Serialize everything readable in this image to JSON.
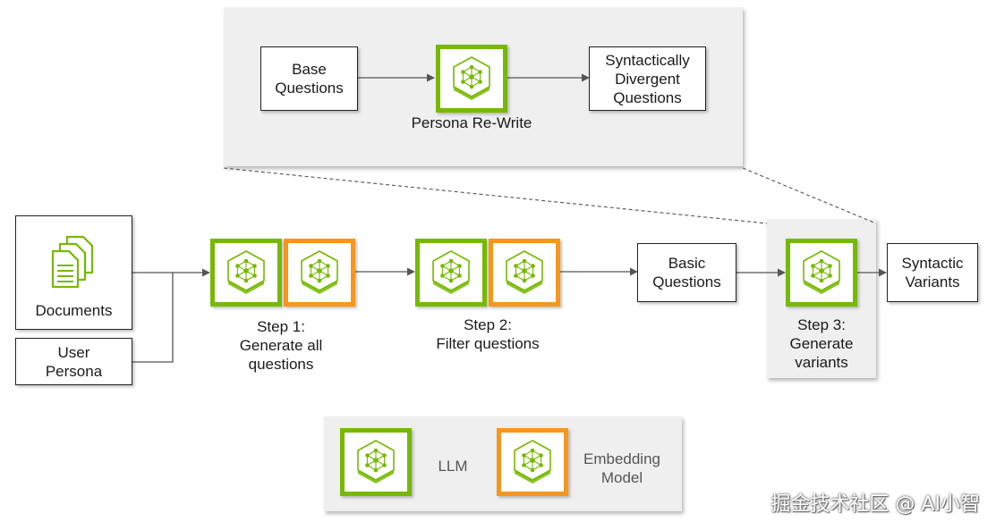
{
  "colors": {
    "llm": "#76b900",
    "embedding": "#f7961d",
    "panel": "#efefef",
    "line": "#555555"
  },
  "inset": {
    "base_questions": "Base\nQuestions",
    "chip_icon": "llm-network-icon",
    "persona_rewrite": "Persona Re-Write",
    "syntactically_divergent": "Syntactically\nDivergent\nQuestions"
  },
  "pipeline": {
    "documents": "Documents",
    "documents_icon": "documents-icon",
    "user_persona": "User\nPersona",
    "step1": "Step 1:\nGenerate all\nquestions",
    "step2": "Step 2:\nFilter questions",
    "basic_questions": "Basic\nQuestions",
    "step3": "Step 3:\nGenerate\nvariants",
    "syntactic_variants": "Syntactic\nVariants"
  },
  "legend": {
    "llm": "LLM",
    "embedding": "Embedding\nModel"
  },
  "watermark": "掘金技术社区 @ AI小智"
}
